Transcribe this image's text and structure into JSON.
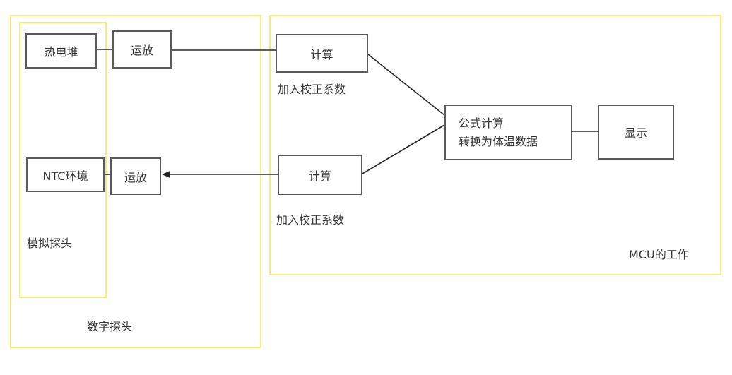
{
  "diagram": {
    "nodes": {
      "thermopile": "热电堆",
      "opamp_top": "运放",
      "ntc": "NTC环境",
      "opamp_bottom": "运放",
      "calc_top": "计算",
      "calc_bottom": "计算",
      "formula_line1": "公式计算",
      "formula_line2": "转换为体温数据",
      "display": "显示"
    },
    "labels": {
      "correction_top": "加入校正系数",
      "correction_bottom": "加入校正系数",
      "analog_probe": "模拟探头",
      "digital_probe": "数字探头",
      "mcu": "MCU的工作"
    },
    "colors": {
      "group_border": "#f0ed7b",
      "node_border": "#595959",
      "wire": "#262626",
      "text": "#333333",
      "background": "#ffffff"
    }
  }
}
